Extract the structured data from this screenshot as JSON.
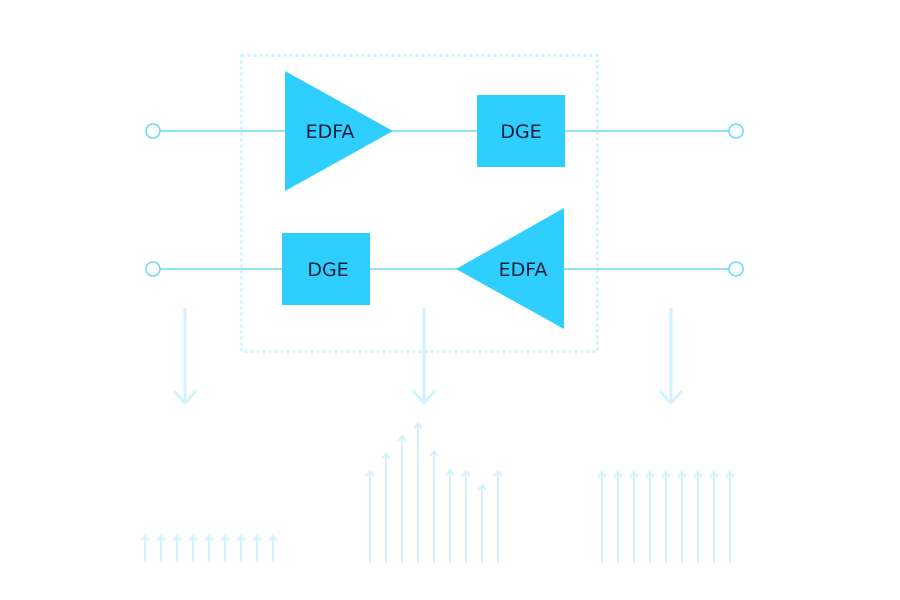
{
  "colors": {
    "accent": "#2ecfff",
    "line": "#6ad9f7",
    "faint": "#d2f3fc",
    "text": "#0f1f3a",
    "background": "#ffffff"
  },
  "diagram": {
    "top_path": {
      "amplifier": {
        "label": "EDFA",
        "direction": "right"
      },
      "equalizer": {
        "label": "DGE"
      }
    },
    "bottom_path": {
      "equalizer": {
        "label": "DGE"
      },
      "amplifier": {
        "label": "EDFA",
        "direction": "left"
      }
    },
    "spectra": [
      {
        "name": "input-spectrum",
        "channel_levels": [
          1,
          1,
          1,
          1,
          1,
          1,
          1,
          1,
          1
        ]
      },
      {
        "name": "amplified-spectrum",
        "channel_levels": [
          0.72,
          0.86,
          1.0,
          1.1,
          0.88,
          0.73,
          0.72,
          0.61,
          0.72
        ]
      },
      {
        "name": "equalized-spectrum",
        "channel_levels": [
          1,
          1,
          1,
          1,
          1,
          1,
          1,
          1,
          1
        ]
      }
    ]
  }
}
